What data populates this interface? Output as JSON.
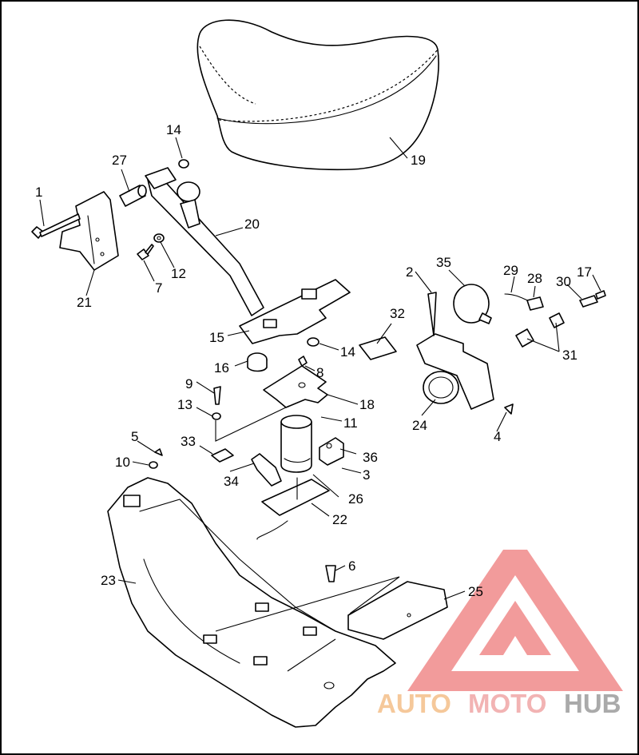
{
  "diagram": {
    "callouts": [
      {
        "id": "c1",
        "text": "1"
      },
      {
        "id": "c2",
        "text": "2"
      },
      {
        "id": "c3",
        "text": "3"
      },
      {
        "id": "c4",
        "text": "4"
      },
      {
        "id": "c5",
        "text": "5"
      },
      {
        "id": "c6",
        "text": "6"
      },
      {
        "id": "c7",
        "text": "7"
      },
      {
        "id": "c8",
        "text": "8"
      },
      {
        "id": "c9",
        "text": "9"
      },
      {
        "id": "c10",
        "text": "10"
      },
      {
        "id": "c11",
        "text": "11"
      },
      {
        "id": "c12",
        "text": "12"
      },
      {
        "id": "c13",
        "text": "13"
      },
      {
        "id": "c14a",
        "text": "14"
      },
      {
        "id": "c14b",
        "text": "14"
      },
      {
        "id": "c15",
        "text": "15"
      },
      {
        "id": "c16",
        "text": "16"
      },
      {
        "id": "c17",
        "text": "17"
      },
      {
        "id": "c18",
        "text": "18"
      },
      {
        "id": "c19",
        "text": "19"
      },
      {
        "id": "c20",
        "text": "20"
      },
      {
        "id": "c21",
        "text": "21"
      },
      {
        "id": "c22",
        "text": "22"
      },
      {
        "id": "c23",
        "text": "23"
      },
      {
        "id": "c24",
        "text": "24"
      },
      {
        "id": "c25",
        "text": "25"
      },
      {
        "id": "c26",
        "text": "26"
      },
      {
        "id": "c27",
        "text": "27"
      },
      {
        "id": "c28",
        "text": "28"
      },
      {
        "id": "c29",
        "text": "29"
      },
      {
        "id": "c30",
        "text": "30"
      },
      {
        "id": "c31",
        "text": "31"
      },
      {
        "id": "c32",
        "text": "32"
      },
      {
        "id": "c33",
        "text": "33"
      },
      {
        "id": "c34",
        "text": "34"
      },
      {
        "id": "c35",
        "text": "35"
      },
      {
        "id": "c36",
        "text": "36"
      }
    ]
  },
  "watermark": {
    "part1": "AUTO",
    "part2": "MOTO",
    "part3": "HUB",
    "color1": "#f5c89a",
    "color2": "#f2b3b3",
    "color3": "#aaaaaa",
    "logo_color": "#f08a8a"
  },
  "colors": {
    "line": "#000000",
    "background": "#ffffff"
  }
}
